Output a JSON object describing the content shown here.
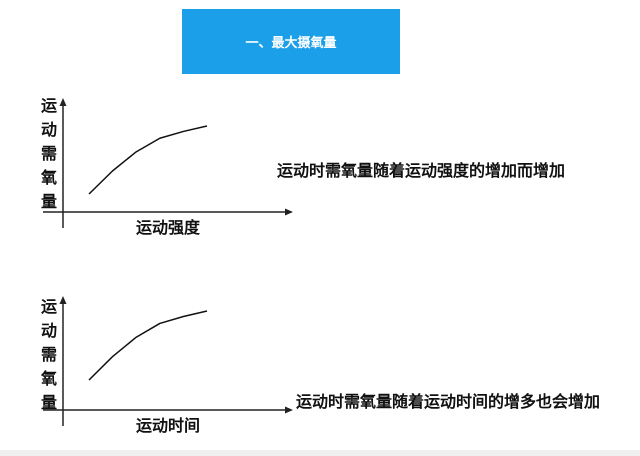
{
  "title": "一、最大摄氧量",
  "chart_data": [
    {
      "type": "line",
      "ylabel": "运动需氧量",
      "xlabel": "运动强度",
      "x": [
        0,
        1,
        2,
        3,
        4,
        5
      ],
      "y": [
        0,
        1.7,
        3.1,
        4.1,
        4.6,
        5.0
      ],
      "caption": "运动时需氧量随着运动强度的增加而增加"
    },
    {
      "type": "line",
      "ylabel": "运动需氧量",
      "xlabel": "运动时间",
      "x": [
        0,
        1,
        2,
        3,
        4,
        5
      ],
      "y": [
        0,
        1.7,
        3.1,
        4.1,
        4.6,
        5.0
      ],
      "caption": "运动时需氧量随着运动时间的增多也会增加"
    }
  ]
}
